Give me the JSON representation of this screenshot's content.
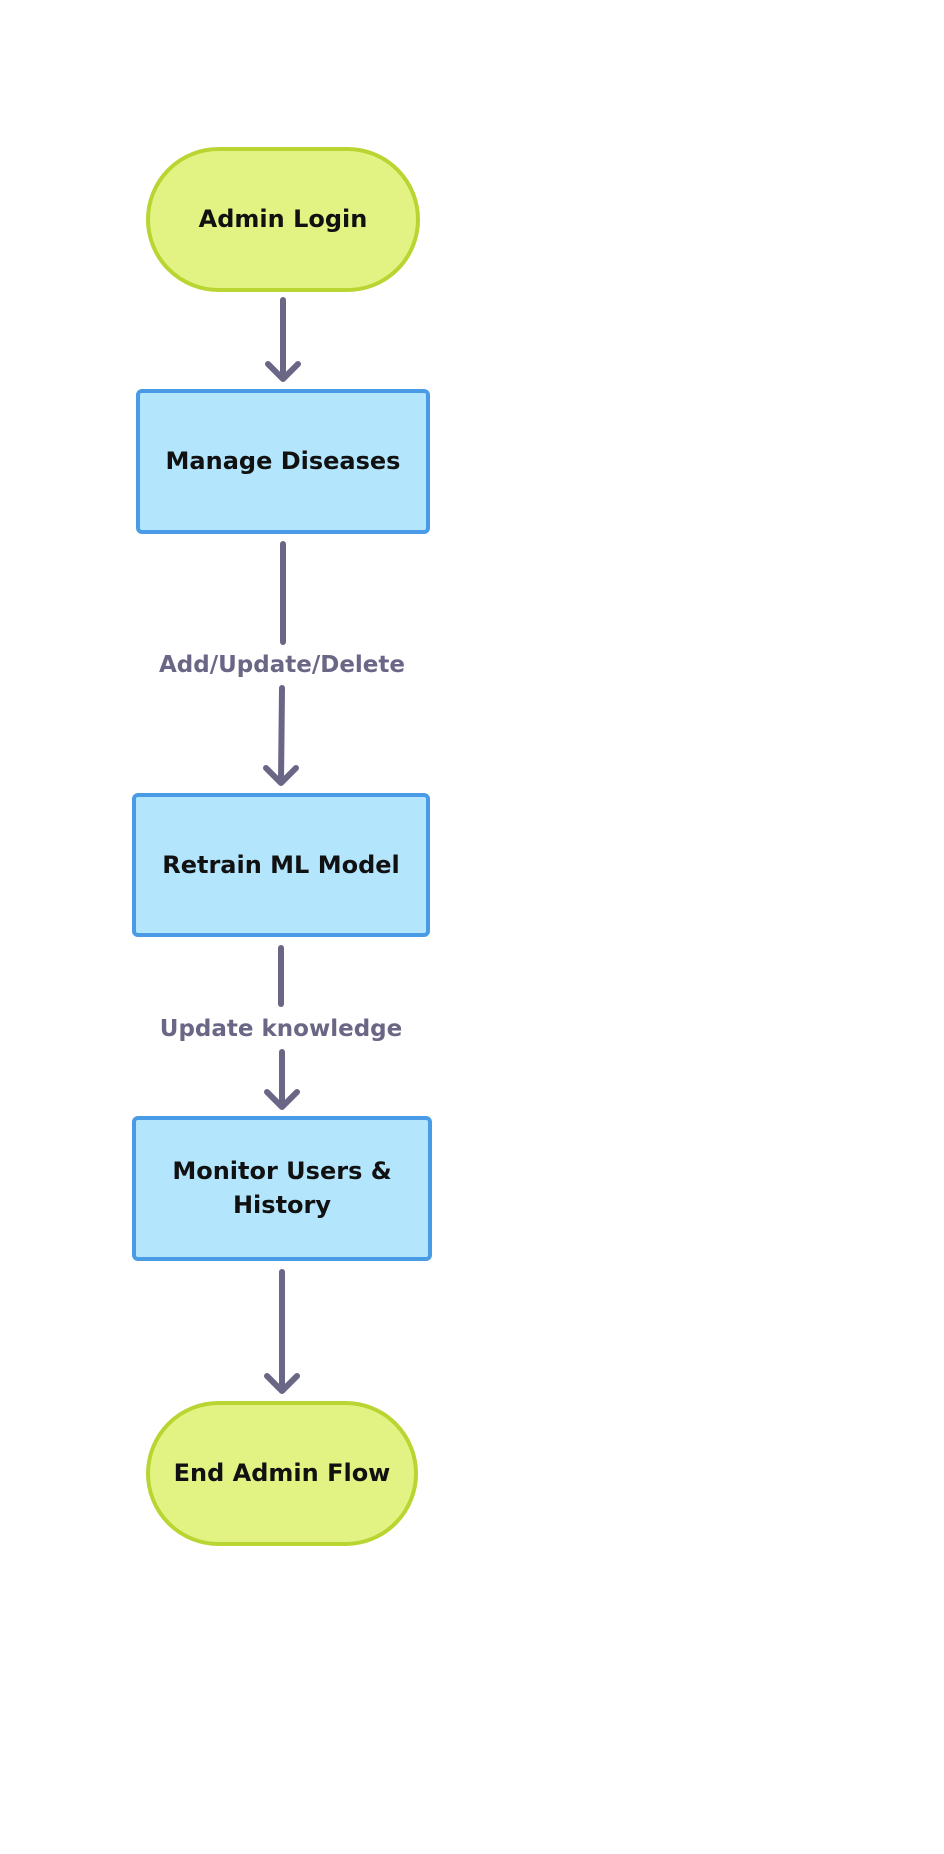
{
  "diagram": {
    "type": "flowchart",
    "direction": "top-to-bottom",
    "colors": {
      "terminal_fill": "#e2f383",
      "terminal_stroke": "#b9d531",
      "process_fill": "#b3e5fc",
      "process_stroke": "#4a9be6",
      "edge": "#6a6685",
      "edge_label": "#6a6685",
      "text": "#111111"
    },
    "nodes": [
      {
        "id": "admin-login",
        "shape": "terminal",
        "label": "Admin Login"
      },
      {
        "id": "manage-diseases",
        "shape": "process",
        "label": "Manage Diseases"
      },
      {
        "id": "retrain-ml-model",
        "shape": "process",
        "label": "Retrain ML Model"
      },
      {
        "id": "monitor-users-history",
        "shape": "process",
        "label": "Monitor Users & History"
      },
      {
        "id": "end-admin-flow",
        "shape": "terminal",
        "label": "End Admin Flow"
      }
    ],
    "edges": [
      {
        "from": "admin-login",
        "to": "manage-diseases",
        "label": ""
      },
      {
        "from": "manage-diseases",
        "to": "retrain-ml-model",
        "label": "Add/Update/Delete"
      },
      {
        "from": "retrain-ml-model",
        "to": "monitor-users-history",
        "label": "Update knowledge"
      },
      {
        "from": "monitor-users-history",
        "to": "end-admin-flow",
        "label": ""
      }
    ]
  }
}
